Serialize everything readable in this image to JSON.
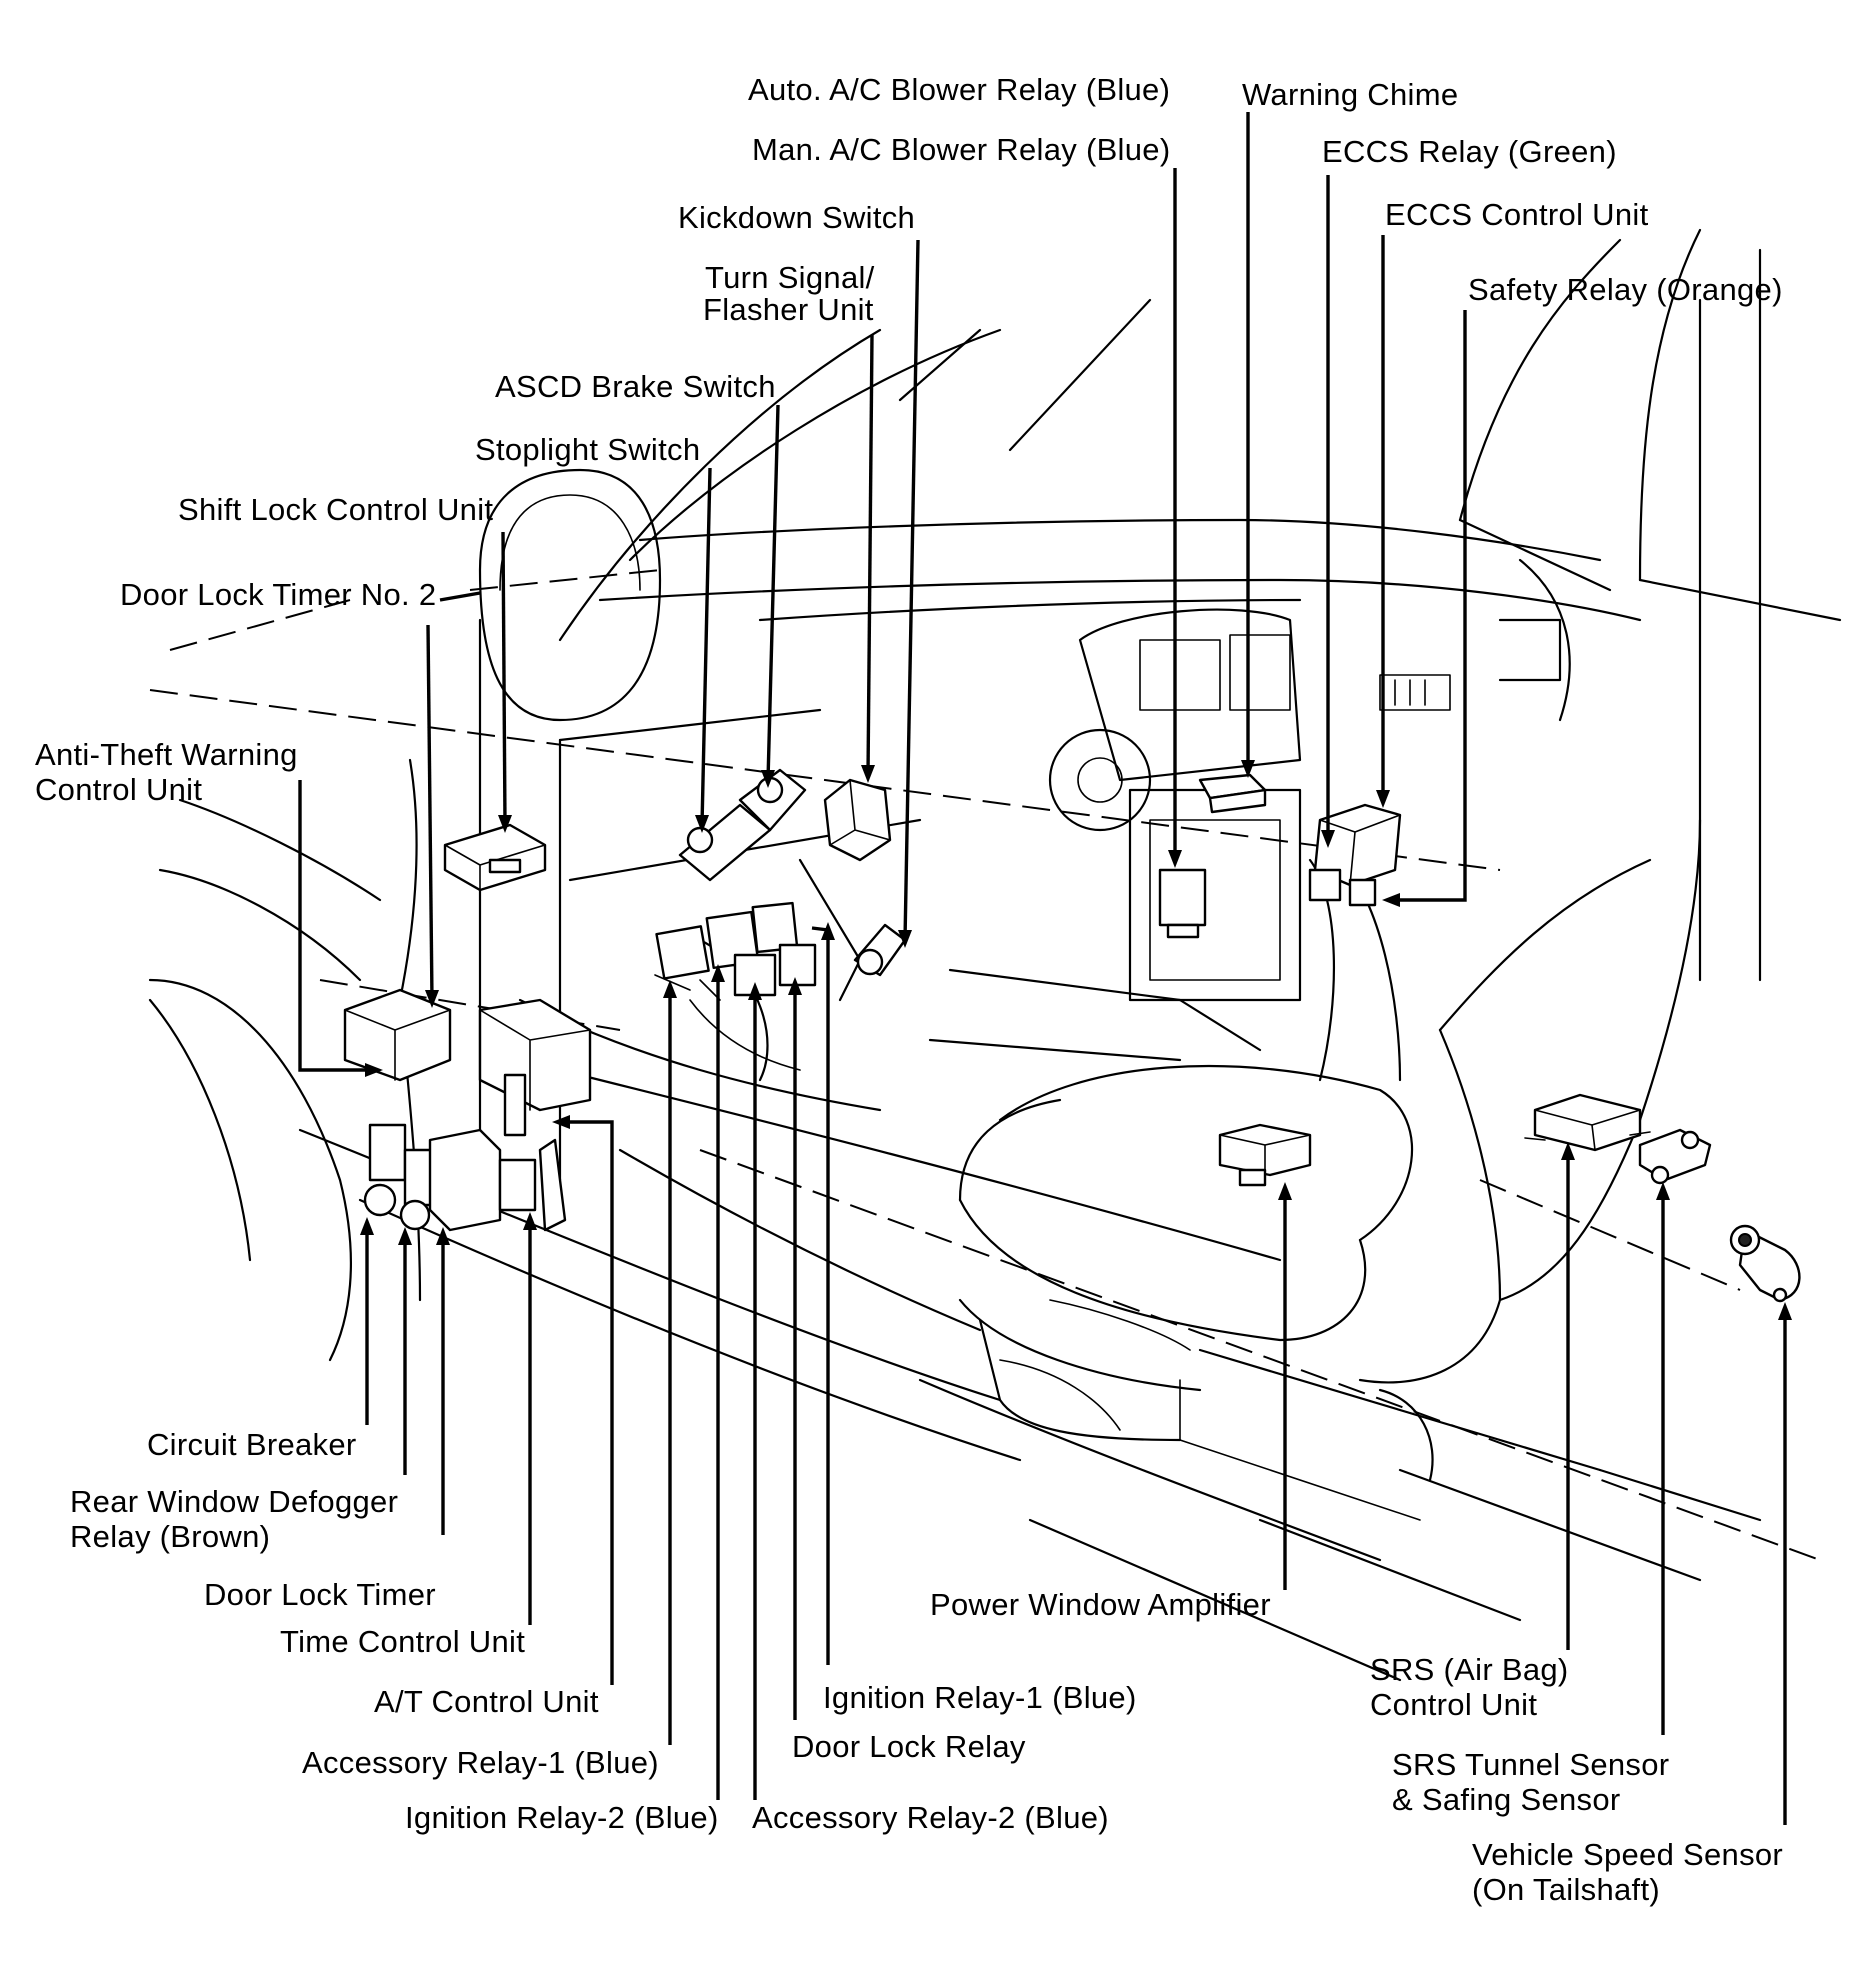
{
  "diagram": {
    "labels": {
      "auto_ac_blower_relay": "Auto. A/C Blower Relay (Blue)",
      "warning_chime": "Warning Chime",
      "man_ac_blower_relay": "Man. A/C Blower Relay (Blue)",
      "eccs_relay": "ECCS Relay (Green)",
      "kickdown_switch": "Kickdown Switch",
      "eccs_control_unit": "ECCS Control Unit",
      "turn_signal_1": "Turn Signal/",
      "turn_signal_2": "Flasher Unit",
      "safety_relay": "Safety Relay (Orange)",
      "ascd_brake_switch": "ASCD Brake Switch",
      "stoplight_switch": "Stoplight Switch",
      "shift_lock_control_unit": "Shift Lock Control Unit",
      "door_lock_timer_no2": "Door Lock Timer No. 2",
      "anti_theft_1": "Anti-Theft Warning",
      "anti_theft_2": "Control Unit",
      "circuit_breaker": "Circuit Breaker",
      "rear_defogger_1": "Rear Window Defogger",
      "rear_defogger_2": "Relay (Brown)",
      "door_lock_timer": "Door Lock Timer",
      "time_control_unit": "Time Control Unit",
      "at_control_unit": "A/T Control Unit",
      "accessory_relay_1": "Accessory Relay-1 (Blue)",
      "ignition_relay_2": "Ignition Relay-2 (Blue)",
      "ignition_relay_1": "Ignition Relay-1 (Blue)",
      "door_lock_relay": "Door Lock Relay",
      "accessory_relay_2": "Accessory Relay-2 (Blue)",
      "power_window_amplifier": "Power Window Amplifier",
      "srs_control_unit_1": "SRS (Air Bag)",
      "srs_control_unit_2": "Control Unit",
      "srs_tunnel_sensor_1": "SRS Tunnel Sensor",
      "srs_tunnel_sensor_2": "& Safing Sensor",
      "vehicle_speed_sensor_1": "Vehicle Speed Sensor",
      "vehicle_speed_sensor_2": "(On Tailshaft)"
    }
  }
}
